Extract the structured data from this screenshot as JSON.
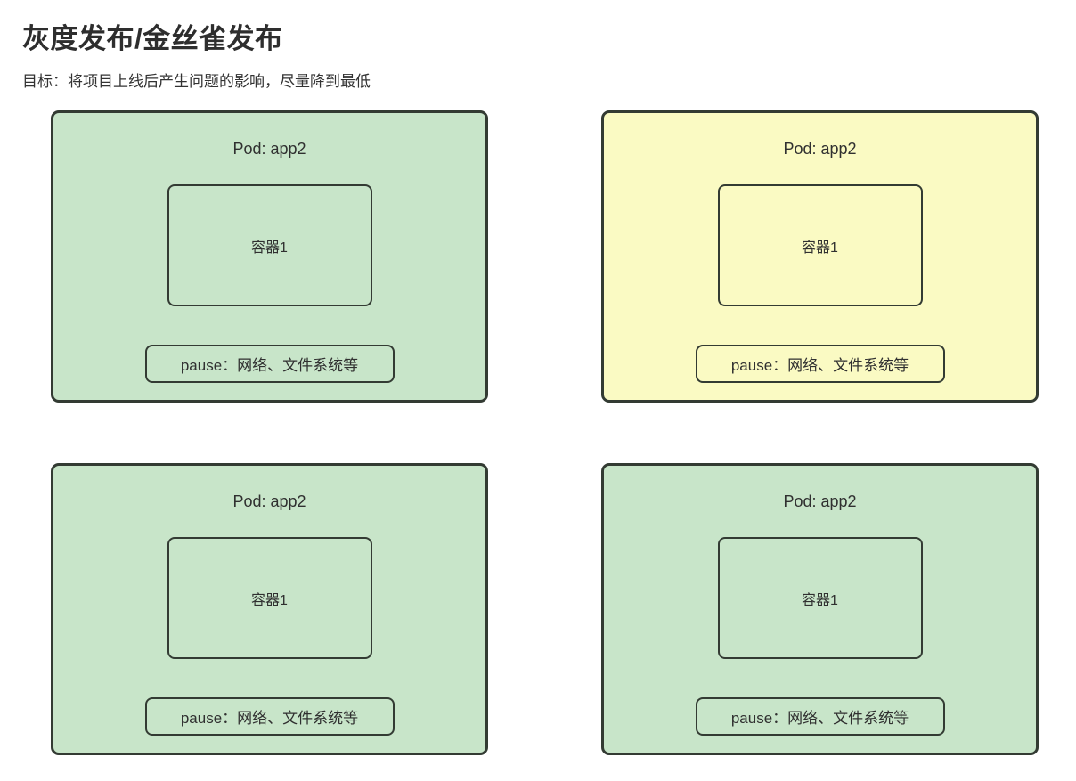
{
  "header": {
    "title": "灰度发布/金丝雀发布",
    "subtitle": "目标：将项目上线后产生问题的影响，尽量降到最低"
  },
  "colors": {
    "green_fill": "#c8e5c9",
    "yellow_fill": "#fafac3",
    "border": "#333b33",
    "text": "#303030"
  },
  "pods": [
    {
      "title": "Pod: app2",
      "variant": "green",
      "container_label": "容器1",
      "pause_label": "pause：网络、文件系统等"
    },
    {
      "title": "Pod: app2",
      "variant": "yellow",
      "container_label": "容器1",
      "pause_label": "pause：网络、文件系统等"
    },
    {
      "title": "Pod: app2",
      "variant": "green",
      "container_label": "容器1",
      "pause_label": "pause：网络、文件系统等"
    },
    {
      "title": "Pod: app2",
      "variant": "green",
      "container_label": "容器1",
      "pause_label": "pause：网络、文件系统等"
    }
  ]
}
